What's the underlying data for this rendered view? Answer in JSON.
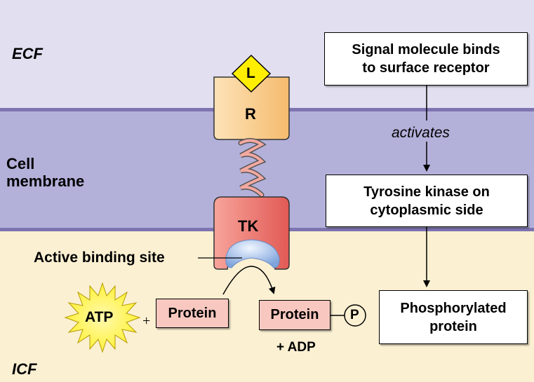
{
  "regions": {
    "ecf": "ECF",
    "membrane_line1": "Cell",
    "membrane_line2": "membrane",
    "icf": "ICF"
  },
  "receptor": {
    "ligand": "L",
    "receptor": "R",
    "kinase": "TK",
    "active_site_label": "Active binding site"
  },
  "reaction": {
    "atp": "ATP",
    "plus": "+",
    "protein_in": "Protein",
    "protein_out": "Protein",
    "phosphate": "P",
    "adp": "+ ADP"
  },
  "flow": {
    "step1_line1": "Signal molecule binds",
    "step1_line2": "to surface receptor",
    "activates": "activates",
    "step2_line1": "Tyrosine kinase on",
    "step2_line2": "cytoplasmic side",
    "step3_line1": "Phosphorylated",
    "step3_line2": "protein"
  },
  "colors": {
    "ecf": "#e2dff0",
    "membrane": "#b3b1da",
    "icf": "#fbf0d2",
    "ligand": "#ffee00",
    "receptor": "#fbd49a",
    "kinase": "#ee7770",
    "protein": "#f8c8c0"
  }
}
